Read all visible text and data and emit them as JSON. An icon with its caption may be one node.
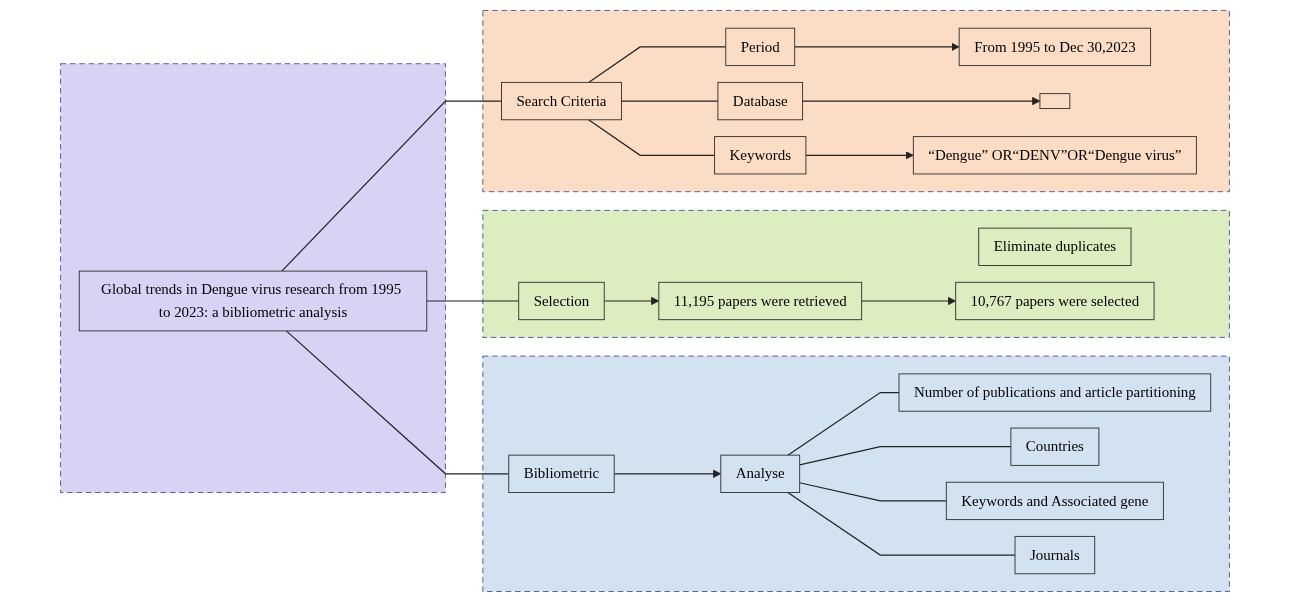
{
  "diagram": {
    "nodes": [
      {
        "text": [],
        "shape": "box"
      },
      {
        "text": [
          "Global trends in Dengue virus research from 1995 to 2023: a bibliometric analysis"
        ],
        "in": 0
      },
      {
        "text": [],
        "shape": "box"
      },
      {
        "text": [
          "Search Criteria"
        ],
        "in": 2
      },
      {
        "text": [
          "Period"
        ],
        "in": 2
      },
      {
        "text": [
          "Database"
        ],
        "in": 2
      },
      {
        "text": [
          "Keywords"
        ],
        "in": 2
      },
      {
        "text": [
          "From 1995 to Dec 30,2023"
        ],
        "in": 2
      },
      {
        "text": [],
        "shape": "box",
        "in": 2
      },
      {
        "text": [
          "“Dengue” OR“DENV”OR“Dengue virus”"
        ],
        "in": 2
      },
      {
        "text": [],
        "shape": "box"
      },
      {
        "text": [
          "Selection"
        ],
        "in": 10
      },
      {
        "text": [
          "11,195 papers were retrieved"
        ],
        "in": 10
      },
      {
        "text": [
          "Eliminate duplicates"
        ],
        "in": 10
      },
      {
        "text": [
          "10,767 papers were selected"
        ],
        "in": 10
      },
      {
        "text": [],
        "shape": "box"
      },
      {
        "text": [
          "Bibliometric"
        ],
        "in": 15
      },
      {
        "text": [
          "Analyse"
        ],
        "in": 15
      },
      {
        "text": [
          "Number of publications and article partitioning"
        ],
        "in": 15
      },
      {
        "text": [
          "Countries"
        ],
        "in": 15
      },
      {
        "text": [
          "Keywords and Associated gene"
        ],
        "in": 15
      },
      {
        "text": [
          "Journals"
        ],
        "in": 15
      }
    ],
    "edges": [
      {
        "from": 1,
        "to": 3,
        "arrow": "none"
      },
      {
        "from": 1,
        "to": 11,
        "arrow": "none"
      },
      {
        "from": 1,
        "to": 16,
        "arrow": "none"
      },
      {
        "from": 3,
        "to": 4,
        "arrow": "none"
      },
      {
        "from": 3,
        "to": 5,
        "arrow": "none"
      },
      {
        "from": 3,
        "to": 6,
        "arrow": "none"
      },
      {
        "from": 4,
        "to": 7,
        "arrow": "to"
      },
      {
        "from": 5,
        "to": 8,
        "arrow": "to"
      },
      {
        "from": 6,
        "to": 9,
        "arrow": "to"
      },
      {
        "from": 11,
        "to": 12,
        "arrow": "to"
      },
      {
        "from": 12,
        "to": 14,
        "arrow": "to"
      },
      {
        "from": 16,
        "to": 17,
        "arrow": "to"
      },
      {
        "from": 17,
        "to": 18,
        "arrow": "none"
      },
      {
        "from": 17,
        "to": 19,
        "arrow": "none"
      },
      {
        "from": 17,
        "to": 20,
        "arrow": "none"
      },
      {
        "from": 17,
        "to": 21,
        "arrow": "none"
      }
    ]
  }
}
